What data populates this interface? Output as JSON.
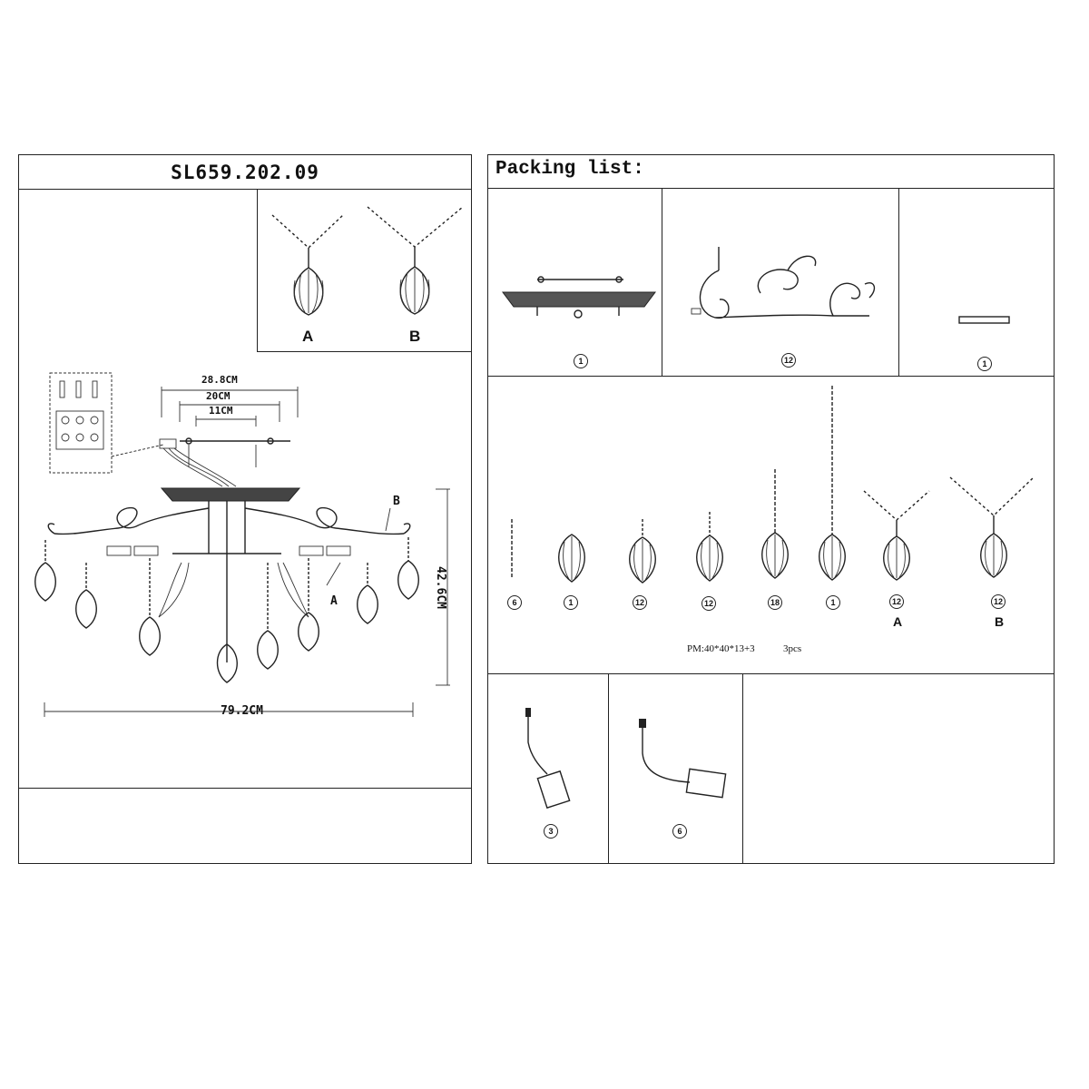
{
  "left_panel": {
    "title": "SL659.202.09",
    "pendant_a_label": "A",
    "pendant_b_label": "B",
    "dims": {
      "width_288": "28.8CM",
      "width_20": "20CM",
      "width_11": "11CM",
      "height": "42.6CM",
      "overall_width": "79.2CM"
    },
    "callout_a": "A",
    "callout_b": "B"
  },
  "right_panel": {
    "title": "Packing list:",
    "row1": [
      {
        "part": "canopy-base",
        "qty": "1"
      },
      {
        "part": "scroll-arm",
        "qty": "12"
      },
      {
        "part": "mounting-bar",
        "qty": "1"
      }
    ],
    "row2": [
      {
        "part": "bead-chain",
        "qty": "6",
        "label": ""
      },
      {
        "part": "pendant-short",
        "qty": "1",
        "label": ""
      },
      {
        "part": "pendant-bead1",
        "qty": "12",
        "label": ""
      },
      {
        "part": "pendant-bead2",
        "qty": "12",
        "label": ""
      },
      {
        "part": "pendant-chain-medium",
        "qty": "18",
        "label": ""
      },
      {
        "part": "pendant-chain-long",
        "qty": "1",
        "label": ""
      },
      {
        "part": "pendant-a",
        "qty": "12",
        "label": "A"
      },
      {
        "part": "pendant-b",
        "qty": "12",
        "label": "B"
      }
    ],
    "pm_note": "PM:40*40*13+3",
    "pm_count": "3pcs",
    "row3": [
      {
        "part": "socket-straight",
        "qty": "3"
      },
      {
        "part": "socket-curved",
        "qty": "6"
      }
    ]
  }
}
